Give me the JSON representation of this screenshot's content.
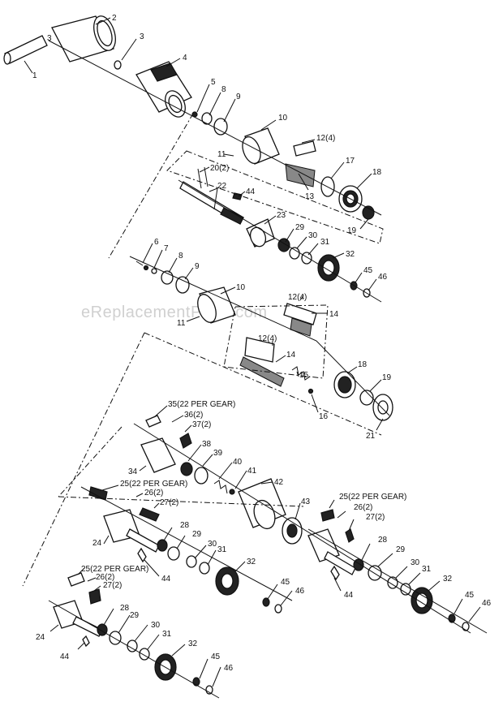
{
  "watermark": "eReplacementParts.com",
  "labels": {
    "l1": "1",
    "l2": "2",
    "l3": "3",
    "l3b": "3",
    "l4": "4",
    "l5": "5",
    "l8a": "8",
    "l9a": "9",
    "l10a": "10",
    "l11a": "11",
    "l12a": "12(4)",
    "l13": "13",
    "l17": "17",
    "l18a": "18",
    "l19a": "19",
    "l20": "20(2)",
    "l22": "22",
    "l44a": "44",
    "l23": "23",
    "l29a": "29",
    "l30a": "30",
    "l31a": "31",
    "l32a": "32",
    "l45a": "45",
    "l46a": "46",
    "l6": "6",
    "l7": "7",
    "l8b": "8",
    "l9b": "9",
    "l10b": "10",
    "l11b": "11",
    "l12b": "12(4)",
    "l14a": "14",
    "l12c": "12(4)",
    "l14b": "14",
    "l15": "15",
    "l16": "16",
    "l18b": "18",
    "l19b": "19",
    "l21": "21",
    "l35": "35(22 PER GEAR)",
    "l36": "36(2)",
    "l37": "37(2)",
    "l38": "38",
    "l39": "39",
    "l40": "40",
    "l41": "41",
    "l42": "42",
    "l34": "34",
    "l43": "43",
    "l25a": "25(22 PER GEAR)",
    "l26a": "26(2)",
    "l27a": "27(2)",
    "l28a": "28",
    "l29b": "29",
    "l30b": "30",
    "l31b": "31",
    "l32b": "32",
    "l45b": "45",
    "l46b": "46",
    "l44b": "44",
    "l24a": "24",
    "l25b": "25(22 PER GEAR)",
    "l26b": "26(2)",
    "l27b": "27(2)",
    "l28b": "28",
    "l29c": "29",
    "l30c": "30",
    "l31c": "31",
    "l32c": "32",
    "l45c": "45",
    "l46c": "46",
    "l44c": "44",
    "l25c": "25(22 PER GEAR)",
    "l26c": "26(2)",
    "l27c": "27(2)",
    "l24b": "24",
    "l28c": "28",
    "l29d": "29",
    "l30d": "30",
    "l31d": "31",
    "l32d": "32",
    "l45d": "45",
    "l46d": "46",
    "l44d": "44"
  }
}
